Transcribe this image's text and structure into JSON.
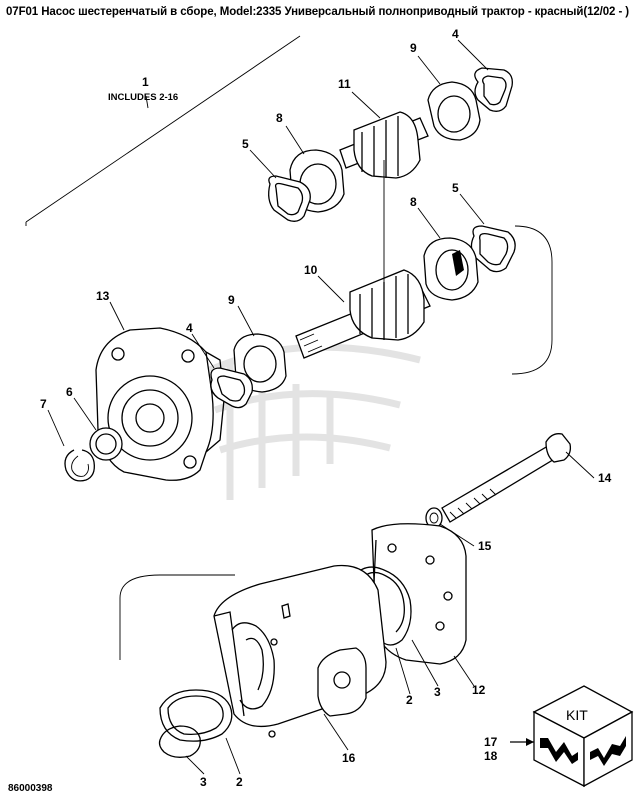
{
  "title": "07F01 Насос шестеренчатый в сборе, Model:2335 Универсальный полноприводный трактор - красный(12/02 - )",
  "document_number": "86000398",
  "assembly": {
    "callout": "1",
    "note": "INCLUDES 2-16"
  },
  "callouts": [
    {
      "id": "c-4-top",
      "label": "4"
    },
    {
      "id": "c-9-top",
      "label": "9"
    },
    {
      "id": "c-11",
      "label": "11"
    },
    {
      "id": "c-8-top",
      "label": "8"
    },
    {
      "id": "c-5-top",
      "label": "5"
    },
    {
      "id": "c-5-mid",
      "label": "5"
    },
    {
      "id": "c-8-mid",
      "label": "8"
    },
    {
      "id": "c-10",
      "label": "10"
    },
    {
      "id": "c-13",
      "label": "13"
    },
    {
      "id": "c-9-mid",
      "label": "9"
    },
    {
      "id": "c-4-mid",
      "label": "4"
    },
    {
      "id": "c-7",
      "label": "7"
    },
    {
      "id": "c-6",
      "label": "6"
    },
    {
      "id": "c-14",
      "label": "14"
    },
    {
      "id": "c-15",
      "label": "15"
    },
    {
      "id": "c-2-right",
      "label": "2"
    },
    {
      "id": "c-3-right",
      "label": "3"
    },
    {
      "id": "c-12",
      "label": "12"
    },
    {
      "id": "c-16",
      "label": "16"
    },
    {
      "id": "c-3-left",
      "label": "3"
    },
    {
      "id": "c-2-left",
      "label": "2"
    }
  ],
  "kit": {
    "label": "KIT",
    "callouts": [
      "17",
      "18"
    ]
  }
}
